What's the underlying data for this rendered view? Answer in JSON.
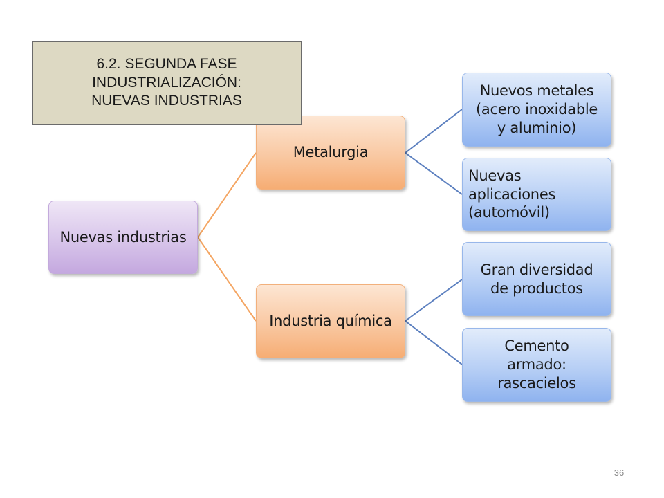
{
  "title": {
    "line1": "6.2. SEGUNDA FASE",
    "line2": "INDUSTRIALIZACIÓN:",
    "line3": "NUEVAS INDUSTRIAS"
  },
  "diagram": {
    "root": {
      "label": "Nuevas industrias"
    },
    "branches": [
      {
        "label": "Metalurgia",
        "children": [
          {
            "label": "Nuevos metales\n(acero inoxidable\ny aluminio)"
          },
          {
            "label": "Nuevas\naplicaciones\n(automóvil)"
          }
        ]
      },
      {
        "label": "Industria química",
        "children": [
          {
            "label": "Gran diversidad\nde productos"
          },
          {
            "label": "Cemento\narmado:\nrascacielos"
          }
        ]
      }
    ]
  },
  "colors": {
    "root_fill": "#d8c5ea",
    "branch_fill": "#f9c8a2",
    "leaf_fill": "#b7cff5",
    "root_connector": "#f4a460",
    "branch_connector": "#5b7fbf",
    "title_fill": "#ddd9c3"
  },
  "page_number": "36"
}
